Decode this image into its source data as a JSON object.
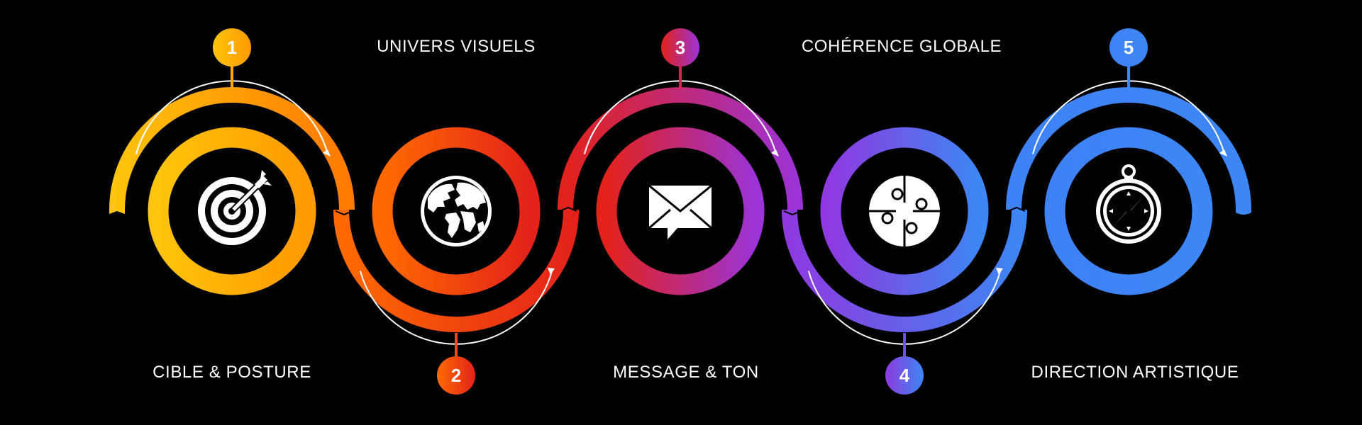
{
  "steps": [
    {
      "number": "1",
      "label": "CIBLE & POSTURE",
      "icon": "target-icon",
      "color_start": "#FFC107",
      "color_end": "#FF8A00"
    },
    {
      "number": "2",
      "label": "UNIVERS VISUELS",
      "icon": "globe-icon",
      "color_start": "#FF6A00",
      "color_end": "#E0201B"
    },
    {
      "number": "3",
      "label": "MESSAGE & TON",
      "icon": "envelope-icon",
      "color_start": "#E0201B",
      "color_end": "#9B30D9"
    },
    {
      "number": "4",
      "label": "COHÉRENCE GLOBALE",
      "icon": "puzzle-icon",
      "color_start": "#9B30D9",
      "color_end": "#3D86F5"
    },
    {
      "number": "5",
      "label": "DIRECTION ARTISTIQUE",
      "icon": "compass-icon",
      "color_start": "#4A7BF7",
      "color_end": "#3D86F5"
    }
  ]
}
